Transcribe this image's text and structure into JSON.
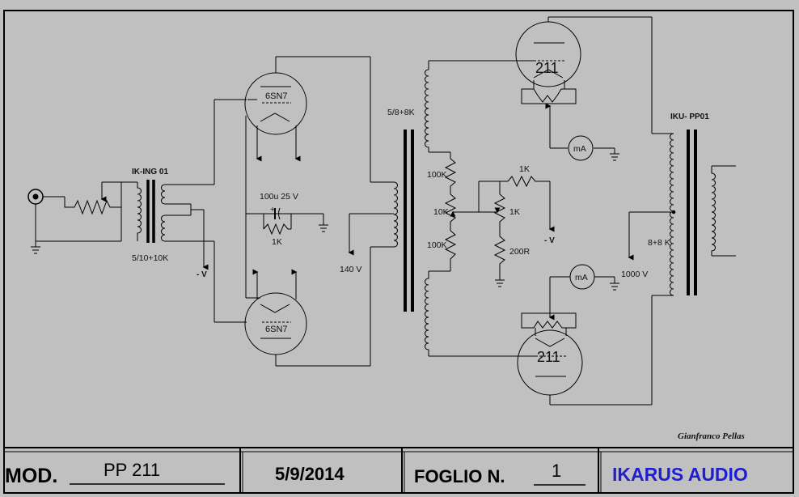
{
  "schematic": {
    "components": {
      "input_transformer": "IK-ING 01",
      "input_ratio": "5/10+10K",
      "neg_v_input": "- V",
      "driver_tube_top": "6SN7",
      "driver_tube_bottom": "6SN7",
      "cap_value": "100u 25 V",
      "cathode_res": "1K",
      "interstage_ratio": "5/8+8K",
      "driver_b_plus": "140 V",
      "res_100k_top": "100K",
      "res_10k": "10K",
      "res_100k_bottom": "100K",
      "res_1k_bias": "1K",
      "res_1k_pot": "1K",
      "res_200r": "200R",
      "neg_v_bias": "- V",
      "power_tube_top": "211",
      "power_tube_bottom": "211",
      "meter_top": "mA",
      "meter_bottom": "mA",
      "output_transformer": "IKU- PP01",
      "output_ratio": "8+8 K",
      "output_b_plus": "1000 V"
    },
    "signature": "Gianfranco Pellas"
  },
  "title_block": {
    "mod_label": "MOD.",
    "mod_value": "PP 211",
    "date": "5/9/2014",
    "sheet_label": "FOGLIO N.",
    "sheet_value": "1",
    "company": "IKARUS AUDIO"
  },
  "colors": {
    "background": "#c0c0c0",
    "line": "#000000",
    "company": "#1f1fd0"
  }
}
